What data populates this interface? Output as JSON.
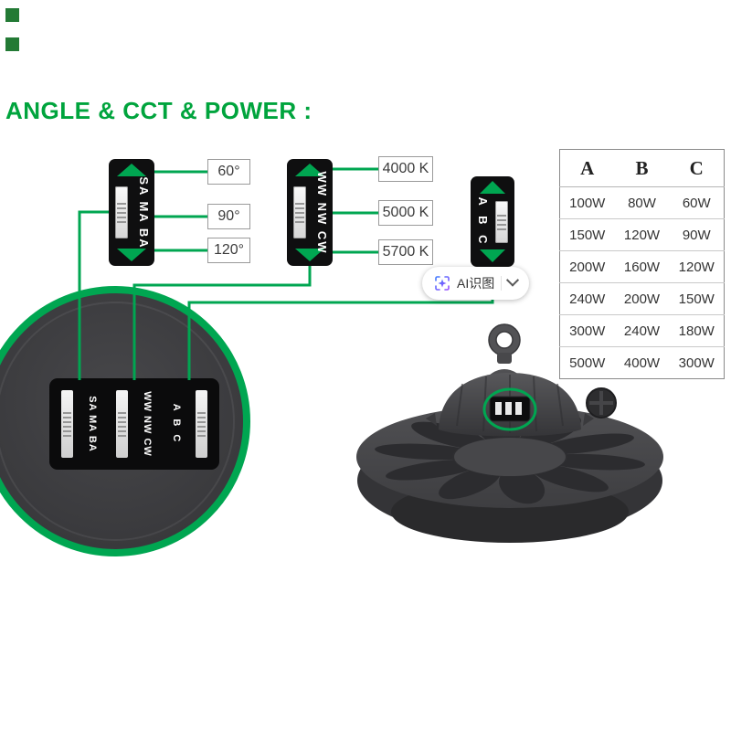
{
  "title": "ANGLE & CCT & POWER :",
  "angle_switch": {
    "label": "SA MA BA",
    "options": [
      "60°",
      "90°",
      "120°"
    ]
  },
  "cct_switch": {
    "label": "WW NW CW",
    "options": [
      "4000 K",
      "5000 K",
      "5700 K"
    ]
  },
  "power_switch": {
    "label": "A B C"
  },
  "power_table": {
    "headers": [
      "A",
      "B",
      "C"
    ],
    "rows": [
      [
        "100W",
        "80W",
        "60W"
      ],
      [
        "150W",
        "120W",
        "90W"
      ],
      [
        "200W",
        "160W",
        "120W"
      ],
      [
        "240W",
        "200W",
        "150W"
      ],
      [
        "300W",
        "240W",
        "180W"
      ],
      [
        "500W",
        "400W",
        "300W"
      ]
    ]
  },
  "zoom_view": {
    "switch1_label": "SA MA BA",
    "switch2_label": "WW NW CW",
    "switch3_label": "A B C"
  },
  "ai_button": {
    "label": "AI识图"
  },
  "icons": {
    "ai_icon": "sparkle-scan-icon",
    "chevron_icon": "chevron-down",
    "arrow_icons": "up-down-green-arrows"
  },
  "colors": {
    "accent_green": "#00a651",
    "title_green": "#00a43d",
    "switch_bg": "#0f0f10",
    "circle_bg": "#3d3d40"
  }
}
